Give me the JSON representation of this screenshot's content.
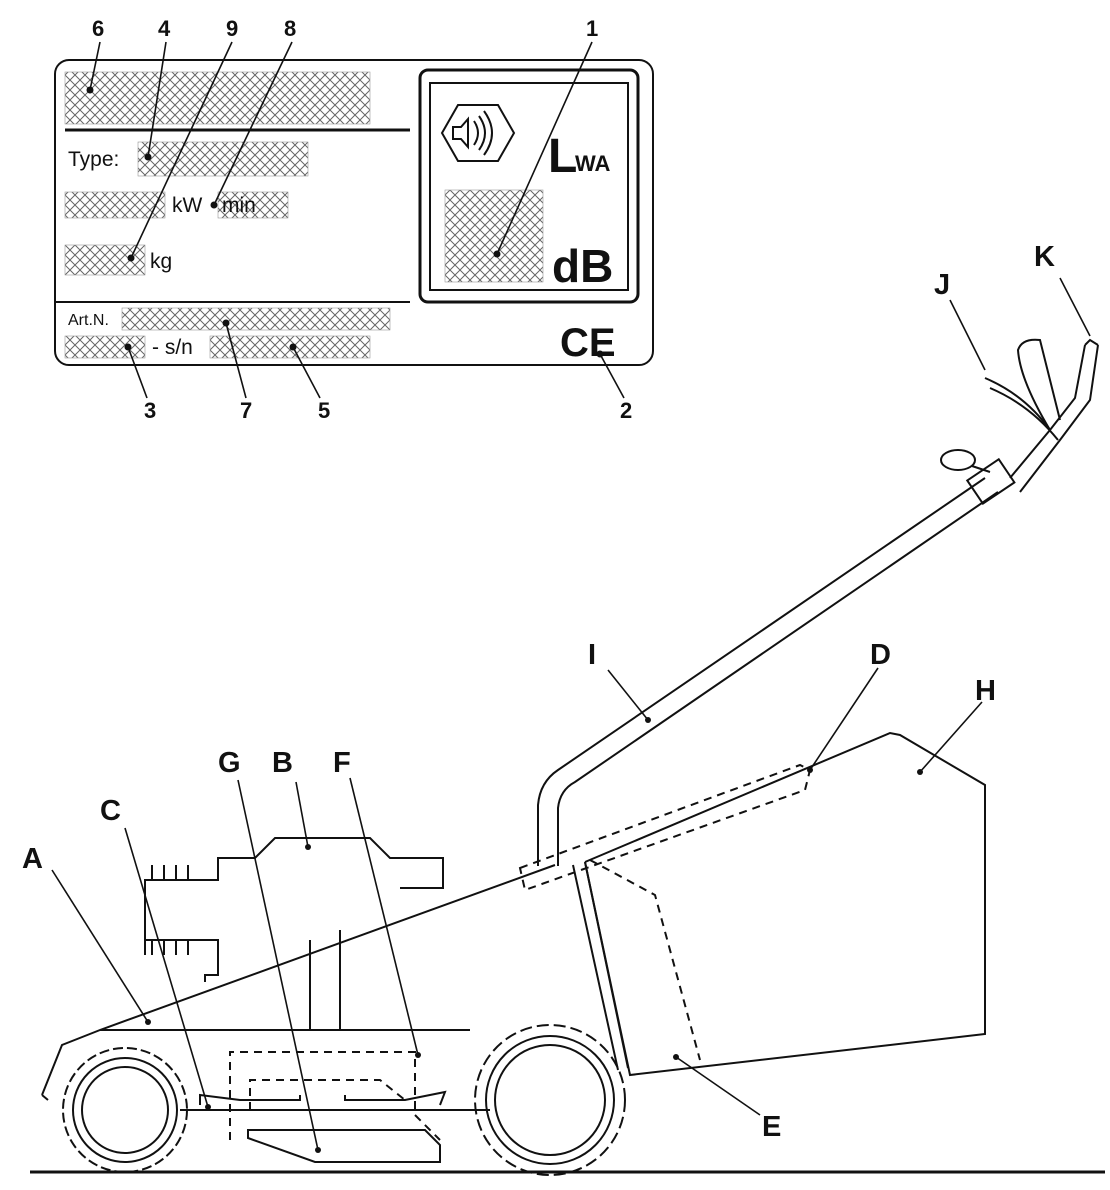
{
  "plate": {
    "type_label": "Type:",
    "power_unit": "kW",
    "speed_unit": "min",
    "weight_unit": "kg",
    "art_label": "Art.N.",
    "serial_label": "- s/n",
    "lwa_letter": "L",
    "lwa_sub": "WA",
    "db_label": "dB",
    "ce_mark": "CE",
    "icons": [
      "sound-power-hexagon-icon",
      "ce-mark-icon"
    ]
  },
  "plate_callouts": {
    "n1": "1",
    "n2": "2",
    "n3": "3",
    "n4": "4",
    "n5": "5",
    "n6": "6",
    "n7": "7",
    "n8": "8",
    "n9": "9"
  },
  "mower_callouts": {
    "A": "A",
    "B": "B",
    "C": "C",
    "D": "D",
    "E": "E",
    "F": "F",
    "G": "G",
    "H": "H",
    "I": "I",
    "J": "J",
    "K": "K"
  }
}
